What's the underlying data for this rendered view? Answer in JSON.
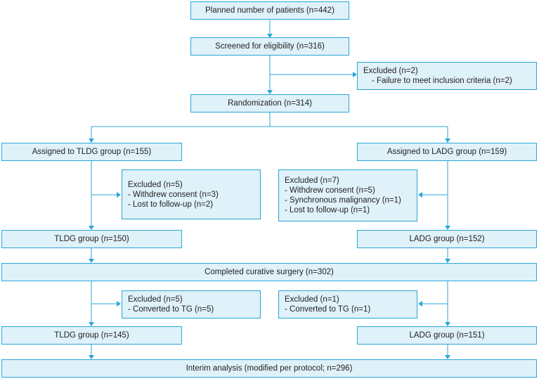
{
  "flow": {
    "planned": "Planned number of patients (n=442)",
    "screened": "Screened for eligibility (n=316)",
    "excluded_screen": {
      "title": "Excluded (n=2)",
      "items": [
        "- Failure to meet inclusion criteria (n=2)"
      ]
    },
    "randomization": "Randomization (n=314)",
    "assigned_tldg": "Assigned to TLDG group (n=155)",
    "assigned_ladg": "Assigned to LADG group (n=159)",
    "excluded_tldg_1": {
      "title": "Excluded (n=5)",
      "items": [
        "- Withdrew consent (n=3)",
        "- Lost to follow-up (n=2)"
      ]
    },
    "excluded_ladg_1": {
      "title": "Excluded (n=7)",
      "items": [
        "- Withdrew consent (n=5)",
        "- Synchronous malignancy (n=1)",
        "- Lost to follow-up (n=1)"
      ]
    },
    "tldg_150": "TLDG group (n=150)",
    "ladg_152": "LADG group (n=152)",
    "completed": "Completed curative surgery (n=302)",
    "excluded_tldg_2": {
      "title": "Excluded (n=5)",
      "items": [
        "- Converted to TG (n=5)"
      ]
    },
    "excluded_ladg_2": {
      "title": "Excluded (n=1)",
      "items": [
        "- Converted to TG (n=1)"
      ]
    },
    "tldg_145": "TLDG group (n=145)",
    "ladg_151": "LADG group (n=151)",
    "interim": "Interim analysis (modified per protocol; n=296)"
  },
  "colors": {
    "box_fill": "#dff1f9",
    "box_border": "#2aa6d8",
    "connector": "#2aa6d8"
  }
}
